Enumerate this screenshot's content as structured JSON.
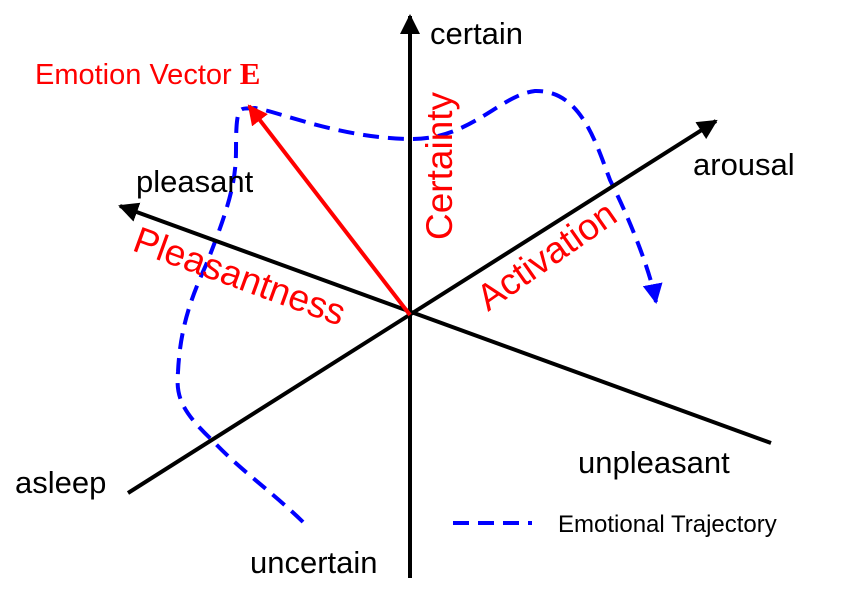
{
  "axes": {
    "certainty": {
      "name": "Certainty",
      "positive": "certain",
      "negative": "uncertain"
    },
    "pleasantness": {
      "name": "Pleasantness",
      "positive": "pleasant",
      "negative": "unpleasant"
    },
    "activation": {
      "name": "Activation",
      "positive": "arousal",
      "negative": "asleep"
    }
  },
  "vector": {
    "label": "Emotion Vector",
    "symbol": "E"
  },
  "legend": {
    "trajectory_label": "Emotional Trajectory"
  },
  "colors": {
    "axis": "#000000",
    "vector": "#ff0000",
    "trajectory": "#0000ff",
    "axis_name": "#ff0000"
  }
}
